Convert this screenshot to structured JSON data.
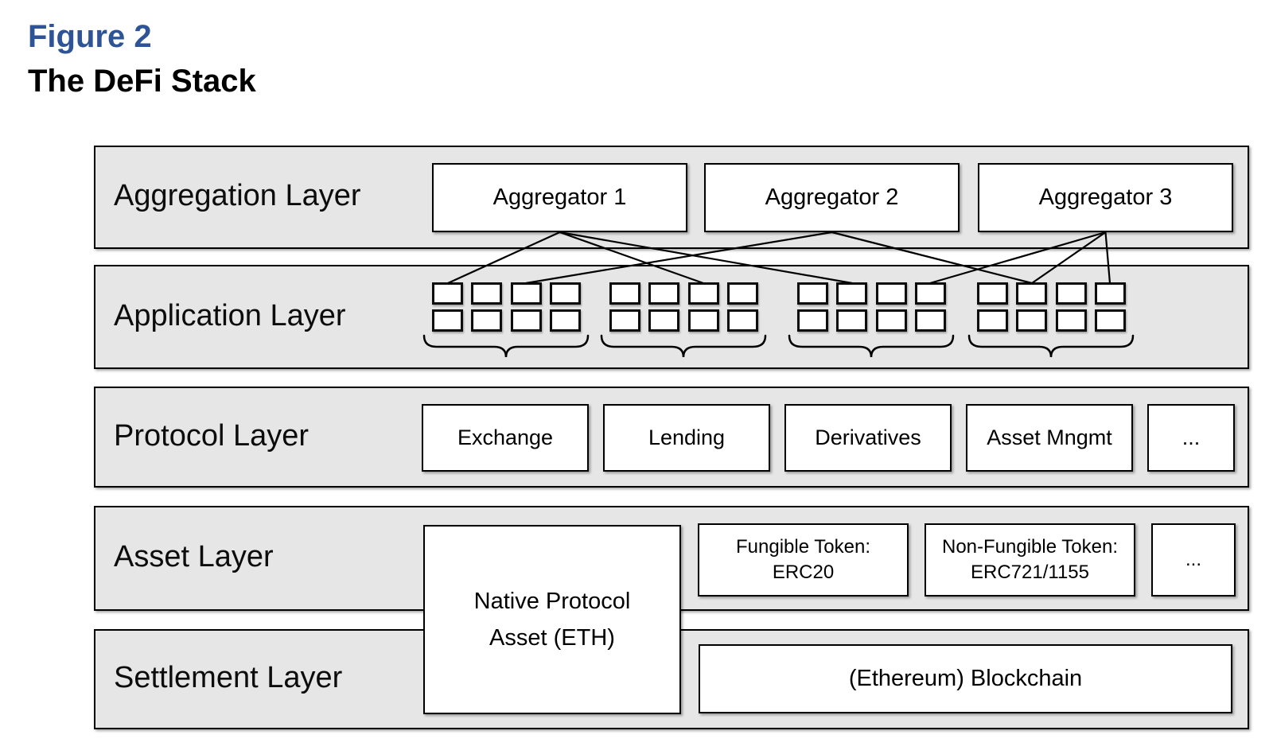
{
  "title": {
    "figure_label": "Figure 2",
    "subtitle": "The DeFi Stack"
  },
  "layers": [
    {
      "id": "aggregation",
      "label": "Aggregation Layer"
    },
    {
      "id": "application",
      "label": "Application Layer"
    },
    {
      "id": "protocol",
      "label": "Protocol Layer"
    },
    {
      "id": "asset",
      "label": "Asset Layer"
    },
    {
      "id": "settlement",
      "label": "Settlement Layer"
    }
  ],
  "aggregation": {
    "boxes": [
      "Aggregator 1",
      "Aggregator 2",
      "Aggregator 3"
    ]
  },
  "application": {
    "group_count": 4,
    "rows_per_group": 2,
    "cols_per_group": 4
  },
  "connections": [
    {
      "from_aggregator": 0,
      "to_group": 0,
      "to_col": 0
    },
    {
      "from_aggregator": 0,
      "to_group": 1,
      "to_col": 2
    },
    {
      "from_aggregator": 0,
      "to_group": 2,
      "to_col": 1
    },
    {
      "from_aggregator": 1,
      "to_group": 0,
      "to_col": 2
    },
    {
      "from_aggregator": 1,
      "to_group": 3,
      "to_col": 1
    },
    {
      "from_aggregator": 2,
      "to_group": 2,
      "to_col": 3
    },
    {
      "from_aggregator": 2,
      "to_group": 3,
      "to_col": 1
    },
    {
      "from_aggregator": 2,
      "to_group": 3,
      "to_col": 3
    }
  ],
  "protocol": {
    "boxes": [
      "Exchange",
      "Lending",
      "Derivatives",
      "Asset Mngmt",
      "..."
    ]
  },
  "asset": {
    "native_box_lines": [
      "Native Protocol",
      "Asset (ETH)"
    ],
    "boxes": [
      [
        "Fungible Token:",
        "ERC20"
      ],
      [
        "Non-Fungible Token:",
        "ERC721/1155"
      ],
      [
        "..."
      ]
    ]
  },
  "settlement": {
    "box": "(Ethereum) Blockchain"
  },
  "colors": {
    "accent_blue": "#2E5496",
    "band_fill": "#E6E6E6",
    "band_border": "#000000",
    "box_fill": "#FFFFFF",
    "box_border": "#000000",
    "connector": "#000000"
  }
}
